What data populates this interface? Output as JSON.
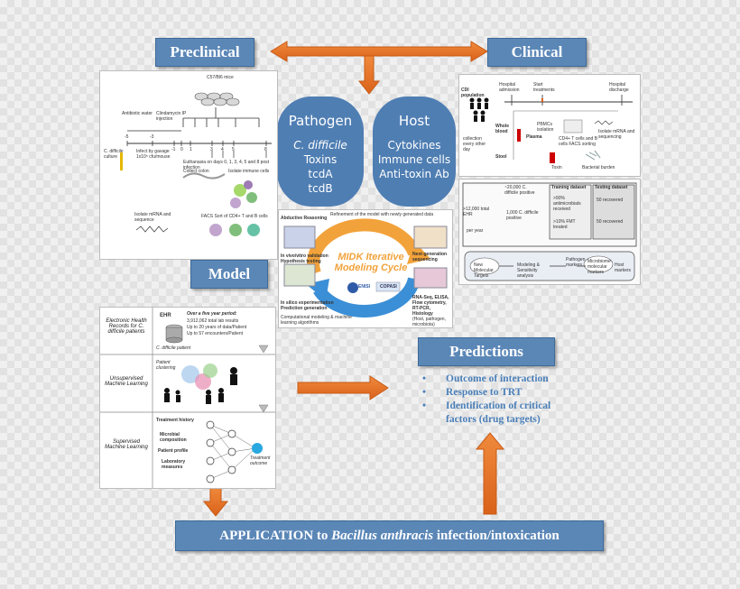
{
  "headers": {
    "preclinical": "Preclinical",
    "clinical": "Clinical",
    "model": "Model",
    "predictions": "Predictions",
    "application_prefix": "APPLICATION to ",
    "application_italic": "Bacillus anthracis",
    "application_suffix": " infection/intoxication"
  },
  "pathogen": {
    "title": "Pathogen",
    "species": "C. difficile",
    "lines": [
      "Toxins",
      "tcdA",
      "tcdB"
    ]
  },
  "host": {
    "title": "Host",
    "lines": [
      "Cytokines",
      "Immune cells",
      "Anti-toxin Ab"
    ]
  },
  "predictions": [
    "Outcome of interaction",
    "Response to TRT",
    "Identification of critical factors (drug targets)"
  ],
  "preclinical_panel": {
    "mice": "C57/Bl6 mice",
    "antibiotic": "Antibiotic water",
    "clindamycin": "Clindamycin IP injection",
    "culture": "C. difficile culture",
    "infect": "Infect by gavage 1x10⁵ cfu/mouse",
    "ticks": [
      "-5",
      "-3",
      "-1",
      "0",
      "1",
      "3",
      "4",
      "5",
      "8"
    ],
    "euthanasia": "Euthanasia on days 0, 1, 3, 4, 5 and 8 post infection",
    "collect_colon": "Collect colon",
    "isolate_immune": "Isolate immune cells",
    "facs": "FACS Sort of CD4+ T and B cells",
    "isolate_mrna": "Isolate mRNA and sequence"
  },
  "clinical_panel": {
    "population": "CDI population",
    "admission": "Hospital admission",
    "start": "Start treatments",
    "discharge": "Hospital discharge",
    "collection": "collection every other day",
    "whole_blood": "Whole blood",
    "plasma": "Plasma",
    "stool": "Stool",
    "pbmcs": "PBMCs isolation",
    "cd4": "CD4+ T cells and B cells FACS sorting",
    "mrna": "Isolate mRNA and sequencing",
    "toxin": "Toxin",
    "burden": "Bacterial burden"
  },
  "ehr_panel": {
    "ehr_total": ">12,000 total EHR",
    "positive": "~20,000 C. difficile positive",
    "one_thousand": "1,000 C. difficile positive",
    "training": "Training dataset",
    "testing": "Testing dataset",
    "pct90": ">90% antimicrobials received",
    "pct10": ">10% FMT treated",
    "recovered": "50 recovered",
    "per_year": "per year",
    "new_molecular": "New Molecular Targets",
    "modeling": "Modeling & Sensitivity analysis",
    "pathogen_markers": "Pathogen markers",
    "microbiome": "Microbiome molecular markers",
    "host_markers": "Host markers"
  },
  "cycle": {
    "center_line1": "MIDK Iterative",
    "center_line2": "Modeling Cycle",
    "refinement": "Refinement of the model with newly generated data",
    "abductive": "Abductive Reasoning",
    "invivo": "In vivo/vitro validation Hypothesis testing",
    "insilico": "In silico experimentation Prediction generation",
    "computational": "Computational modeling & machine learning algorithms",
    "ngs": "Next-generation sequencing",
    "assays": "RNA-Seq, ELISA, Flow cytometry, RT-PCR, Histology",
    "assays_sub": "(Host, pathogen, microbiota)",
    "enisi": "ENISI",
    "copasi": "COPASI"
  },
  "model_panel": {
    "row1_label": "Electronic Health Records for C. difficile patients",
    "row2_label": "Unsupervised Machine Learning",
    "row3_label": "Supervised Machine Learning",
    "ehr": "EHR",
    "five_year": "Over a five year period:",
    "stats": [
      "3,912,062 total lab results",
      "Up to 20 years of data/Patient",
      "Up to 57 encounters/Patient"
    ],
    "cdiff_patient": "C. difficile patient",
    "patient_clustering": "Patient clustering",
    "treatment_history": "Treatment history",
    "microbial": "Microbial composition",
    "patient_profile": "Patient profile",
    "laboratory": "Laboratory measures",
    "treatment_outcome": "Treatment outcome"
  },
  "colors": {
    "header_blue": "#5b87b7",
    "oval_blue": "#4f7eb3",
    "arrow_orange": "#ea7524",
    "prediction_text": "#4a7fb8"
  }
}
